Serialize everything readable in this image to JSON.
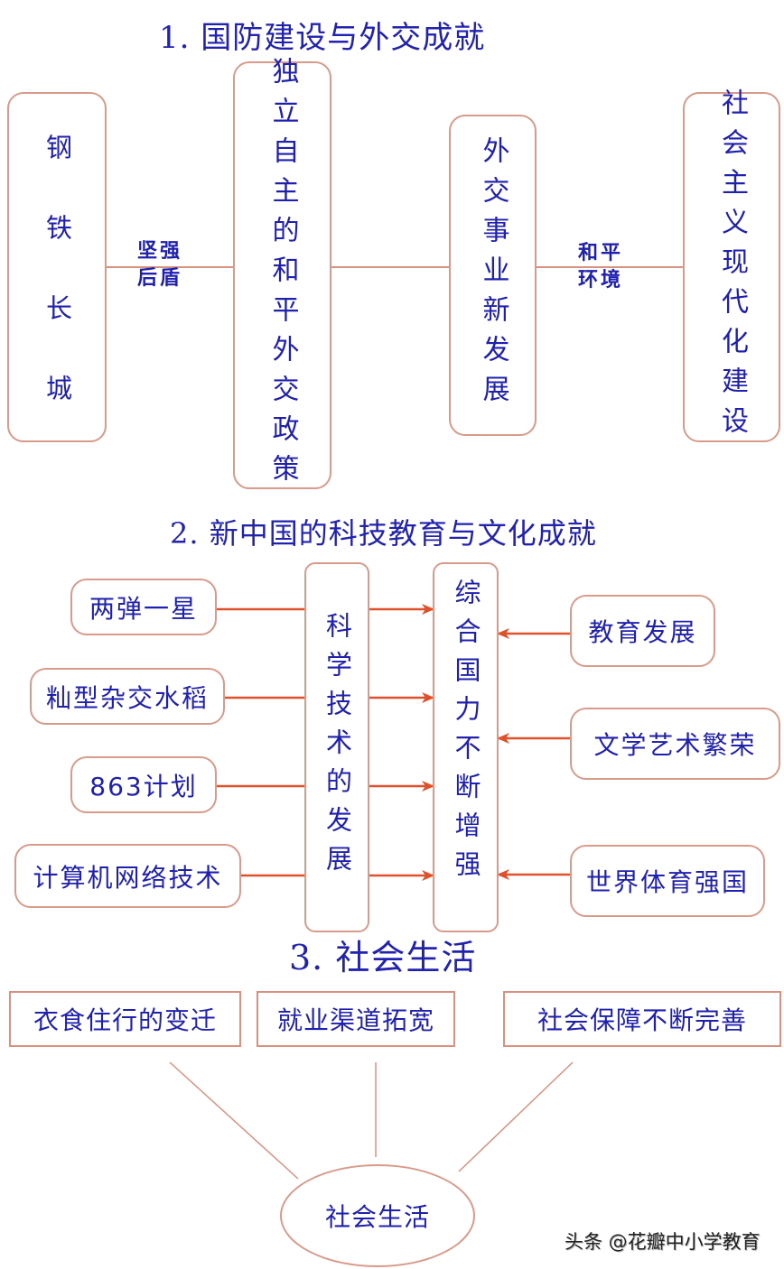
{
  "section1": {
    "title": "1. 国防建设与外交成就",
    "boxes": {
      "steel_wall": "钢铁长城",
      "peace_policy": "独立自主的和平外交政策",
      "diplomacy": "外交事业新发展",
      "modernization": "社会主义现代化建设"
    },
    "links": {
      "backing": "坚强\n后盾",
      "environment": "和平\n环境"
    }
  },
  "section2": {
    "title": "2. 新中国的科技教育与文化成就",
    "left_items": [
      "两弹一星",
      "籼型杂交水稻",
      "863计划",
      "计算机网络技术"
    ],
    "center": "科学技术的发展",
    "result": "综合国力不断增强",
    "right_items": [
      "教育发展",
      "文学艺术繁荣",
      "世界体育强国"
    ]
  },
  "section3": {
    "title": "3. 社会生活",
    "items": [
      "衣食住行的变迁",
      "就业渠道拓宽",
      "社会保障不断完善"
    ],
    "center": "社会生活"
  },
  "watermark": "头条 @花瓣中小学教育",
  "colors": {
    "text": "#1f1fb0",
    "box_border": "#d89a8a",
    "arrow": "#e0502a"
  }
}
